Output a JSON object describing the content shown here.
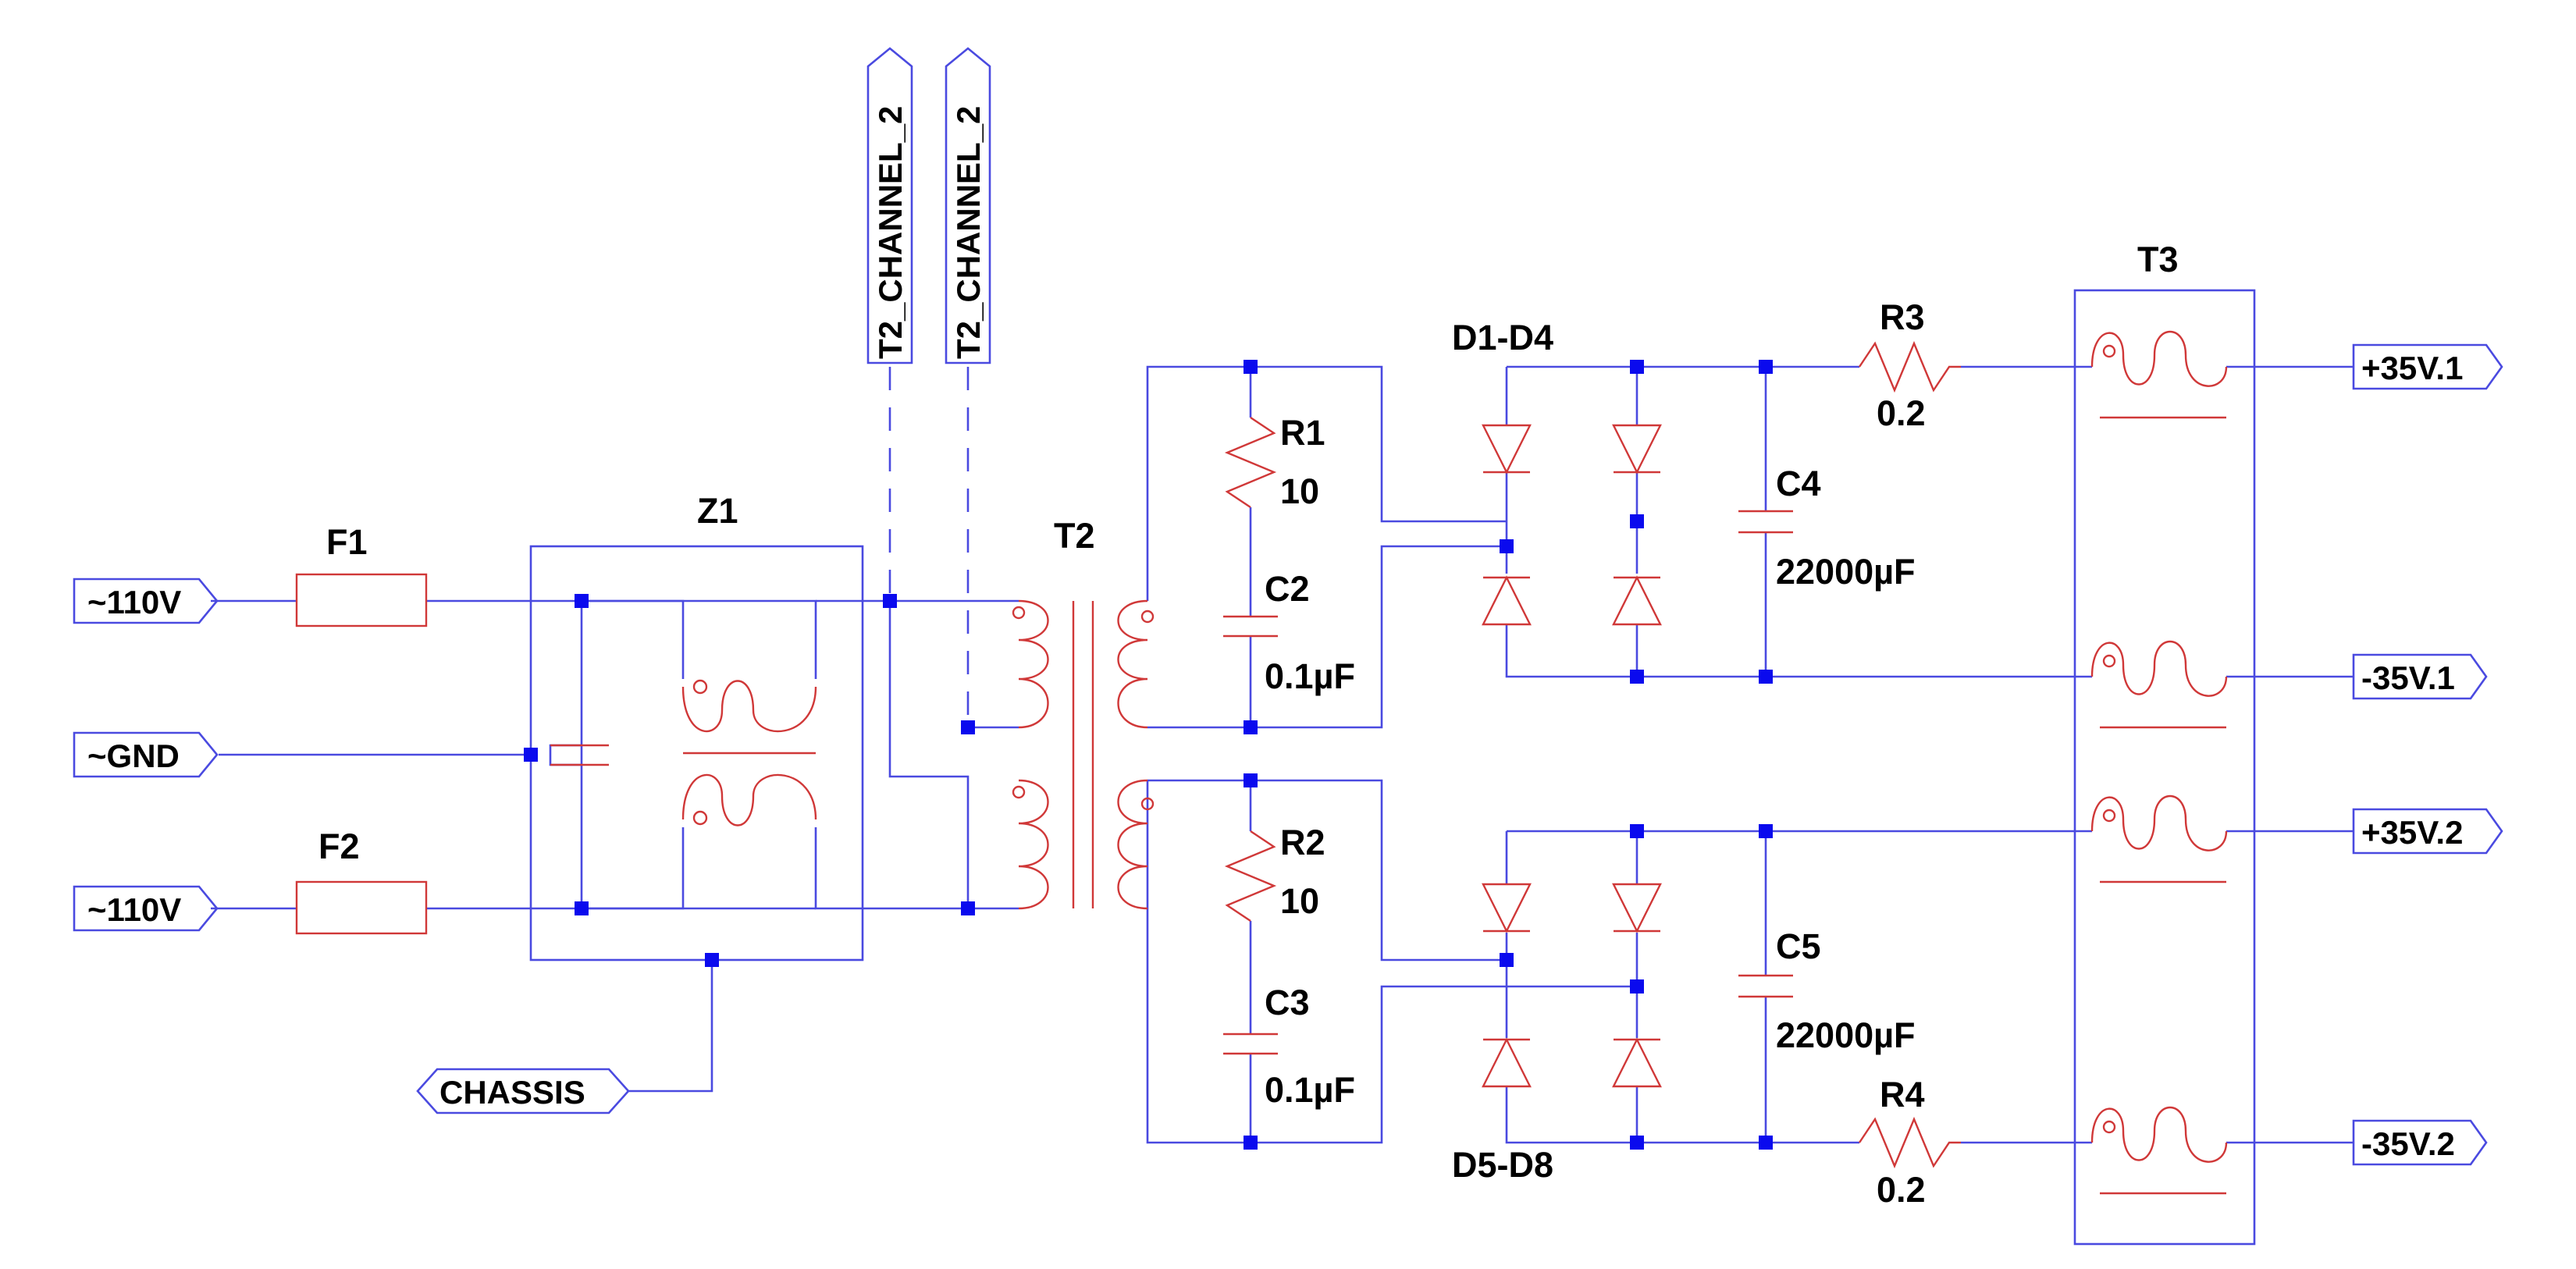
{
  "ports": {
    "in_line_1": "~110V",
    "in_gnd": "~GND",
    "in_line_2": "~110V",
    "chassis": "CHASSIS",
    "channel_a": "T2_CHANNEL_2",
    "channel_b": "T2_CHANNEL_2",
    "out_pos_1": "+35V.1",
    "out_neg_1": "-35V.1",
    "out_pos_2": "+35V.2",
    "out_neg_2": "-35V.2"
  },
  "components": {
    "F1": {
      "ref": "F1"
    },
    "F2": {
      "ref": "F2"
    },
    "Z1": {
      "ref": "Z1"
    },
    "T2": {
      "ref": "T2"
    },
    "T3": {
      "ref": "T3"
    },
    "R1": {
      "ref": "R1",
      "value": "10"
    },
    "R2": {
      "ref": "R2",
      "value": "10"
    },
    "R3": {
      "ref": "R3",
      "value": "0.2"
    },
    "R4": {
      "ref": "R4",
      "value": "0.2"
    },
    "C2": {
      "ref": "C2",
      "value": "0.1µF"
    },
    "C3": {
      "ref": "C3",
      "value": "0.1µF"
    },
    "C4": {
      "ref": "C4",
      "value": "22000µF"
    },
    "C5": {
      "ref": "C5",
      "value": "22000µF"
    },
    "D1_D4": {
      "ref": "D1-D4"
    },
    "D5_D8": {
      "ref": "D5-D8"
    }
  },
  "colors": {
    "wire": "#4a4ae0",
    "component": "#d03838",
    "junction": "#0a0aee",
    "text": "#000000"
  }
}
